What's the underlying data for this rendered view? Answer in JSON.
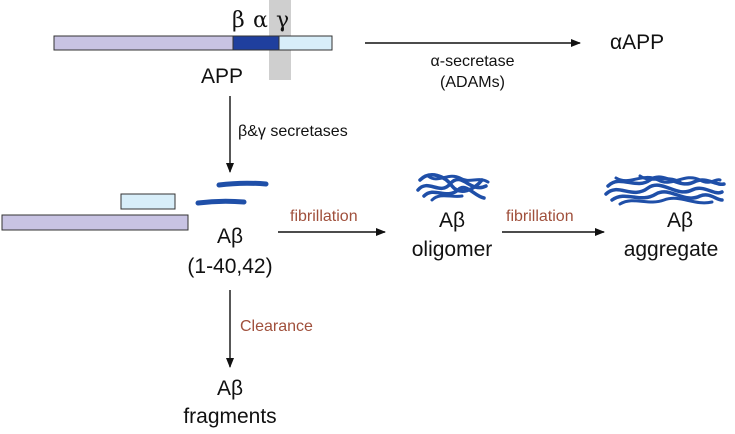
{
  "app": {
    "greek_beta": "β",
    "greek_alpha": "α",
    "greek_gamma": "γ",
    "label": "APP"
  },
  "alpha_path": {
    "enzyme_line1": "α-secretase",
    "enzyme_line2": "(ADAMs)",
    "product": "αAPP"
  },
  "beta_gamma": {
    "enzyme_label": "β&γ secretases"
  },
  "abeta": {
    "name": "Aβ",
    "range": "(1-40,42)"
  },
  "steps": {
    "fibrillation_1": "fibrillation",
    "fibrillation_2": "fibrillation",
    "clearance": "Clearance"
  },
  "oligomer": {
    "line1": "Aβ",
    "line2": "oligomer"
  },
  "aggregate": {
    "line1": "Aβ",
    "line2": "aggregate"
  },
  "fragments": {
    "line1": "Aβ",
    "line2": "fragments"
  },
  "colors": {
    "app_body": "#c8c3e3",
    "abeta_region": "#1f3f9e",
    "c_terminal": "#d8eef9",
    "membrane": "#cfcfcf",
    "fibril": "#1f4fa8",
    "step_text": "#a0503c"
  }
}
